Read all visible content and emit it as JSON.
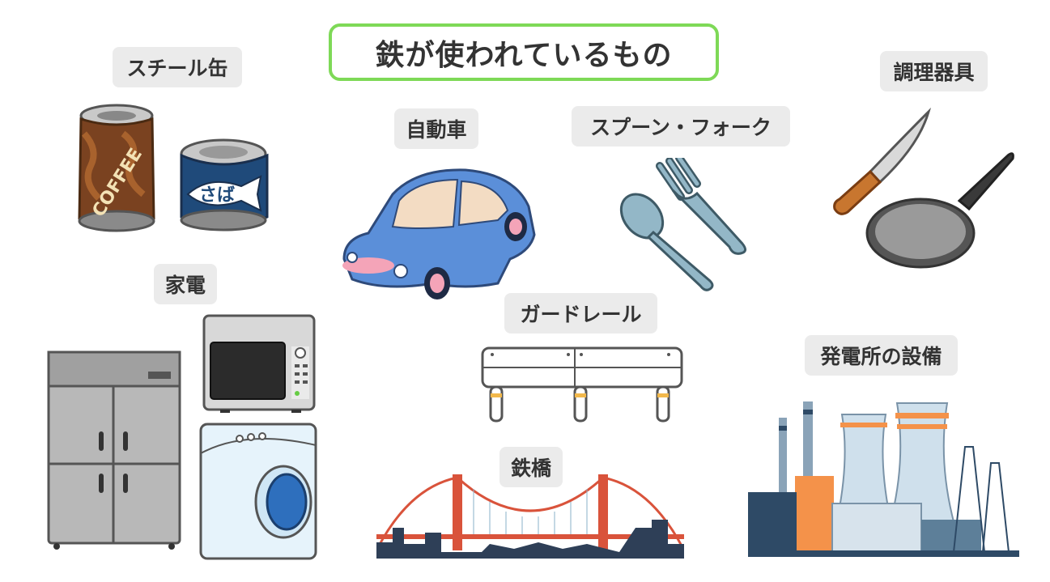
{
  "title": "鉄が使われているもの",
  "categories": {
    "steel_can": "スチール缶",
    "car": "自動車",
    "cutlery": "スプーン・フォーク",
    "cookware": "調理器具",
    "appliances": "家電",
    "guardrail": "ガードレール",
    "bridge": "鉄橋",
    "power_plant": "発電所の設備"
  },
  "can_texts": {
    "coffee": "COFFEE",
    "mackerel": "さば"
  },
  "colors": {
    "title_border": "#7ed957",
    "label_bg": "#ebebeb",
    "car_body": "#5b8fd9",
    "bridge_red": "#d9533b",
    "plant_orange": "#f4924a"
  }
}
